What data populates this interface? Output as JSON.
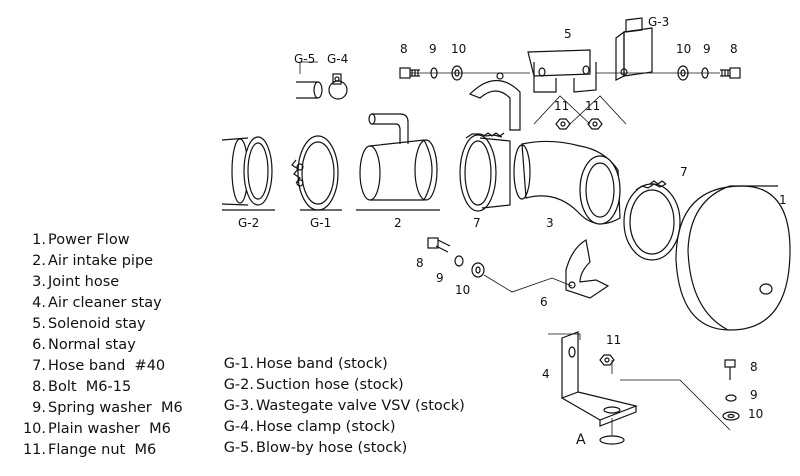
{
  "callouts": {
    "n1": "1",
    "n2": "2",
    "n3": "3",
    "n4": "4",
    "n5": "5",
    "n6": "6",
    "n7a": "7",
    "n7b": "7",
    "n8a": "8",
    "n8b": "8",
    "n8c": "8",
    "n8d": "8",
    "n9a": "9",
    "n9b": "9",
    "n9c": "9",
    "n9d": "9",
    "n10a": "10",
    "n10b": "10",
    "n10c": "10",
    "n10d": "10",
    "n11a": "11",
    "n11b": "11",
    "n11c": "11",
    "g1": "G-1",
    "g2": "G-2",
    "g3": "G-3",
    "g4": "G-4",
    "g5": "G-5",
    "a": "A"
  },
  "legend_main": [
    {
      "num": "1.",
      "text": "Power Flow"
    },
    {
      "num": "2.",
      "text": "Air intake pipe"
    },
    {
      "num": "3.",
      "text": "Joint hose"
    },
    {
      "num": "4.",
      "text": "Air cleaner stay"
    },
    {
      "num": "5.",
      "text": "Solenoid stay"
    },
    {
      "num": "6.",
      "text": "Normal stay"
    },
    {
      "num": "7.",
      "text": "Hose band  #40"
    },
    {
      "num": "8.",
      "text": "Bolt  M6-15"
    },
    {
      "num": "9.",
      "text": "Spring washer  M6"
    },
    {
      "num": "10.",
      "text": "Plain washer  M6"
    },
    {
      "num": "11.",
      "text": "Flange nut  M6"
    }
  ],
  "legend_stock": [
    {
      "num": "G-1.",
      "text": "Hose band (stock)"
    },
    {
      "num": "G-2.",
      "text": "Suction hose (stock)"
    },
    {
      "num": "G-3.",
      "text": "Wastegate valve VSV (stock)"
    },
    {
      "num": "G-4.",
      "text": "Hose clamp (stock)"
    },
    {
      "num": "G-5.",
      "text": "Blow-by hose (stock)"
    }
  ]
}
